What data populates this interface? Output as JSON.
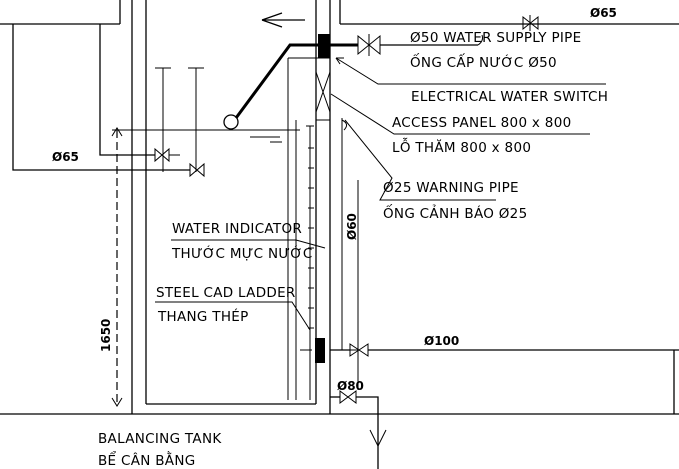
{
  "labels": {
    "pipe_top_right": "Ø65",
    "supply_en": "Ø50 WATER SUPPLY PIPE",
    "supply_vi": "ỐNG CẤP NƯỚC Ø50",
    "switch_en": "ELECTRICAL WATER SWITCH",
    "access_en": "ACCESS PANEL 800 x 800",
    "access_vi": "LỖ THĂM 800 x 800",
    "pipe_left": "Ø65",
    "warning_en": "Ø25 WARNING PIPE",
    "warning_vi": "ỐNG CẢNH BÁO Ø25",
    "indicator_en": "WATER INDICATOR",
    "indicator_vi": "THƯỚC MỰC NƯỚC",
    "pipe_vertical": "Ø60",
    "ladder_en": "STEEL CAD LADDER",
    "ladder_vi": "THANG THÉP",
    "pipe_drain": "Ø100",
    "dimension": "1650",
    "pipe_bottom": "Ø80",
    "tank_en": "BALANCING TANK",
    "tank_vi": "BỂ CÂN BẰNG"
  }
}
